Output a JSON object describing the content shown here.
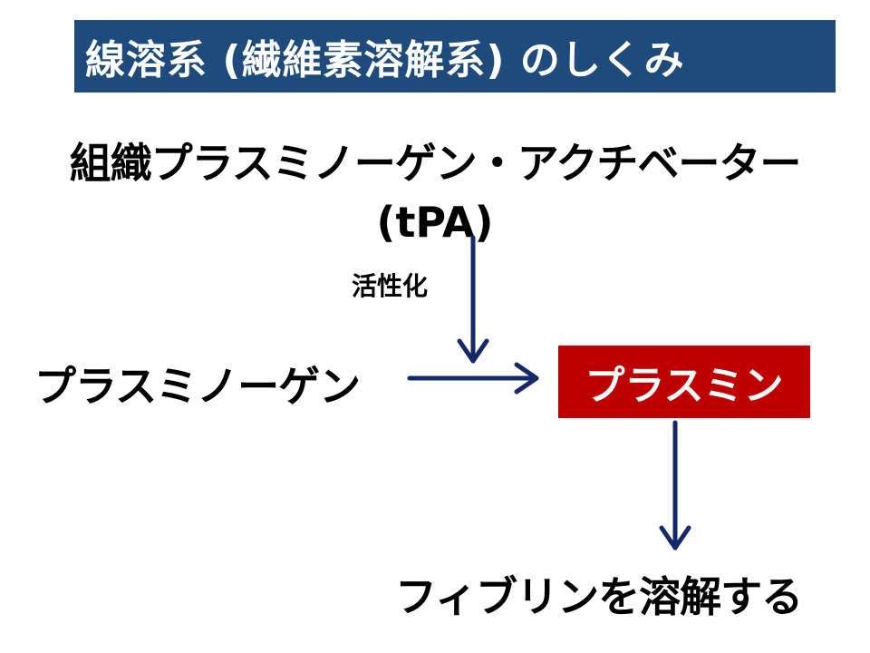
{
  "title": "線溶系 (繊維素溶解系) のしくみ",
  "nodes": {
    "tpa_line1": "組織プラスミノーゲン・アクチベーター",
    "tpa_line2": "(tPA)",
    "activation": "活性化",
    "plasminogen": "プラスミノーゲン",
    "plasmin": "プラスミン",
    "result": "フィブリンを溶解する"
  },
  "colors": {
    "title_bar": "#1f4b7c",
    "plasmin_box": "#bf0000",
    "arrow": "#14286b",
    "text": "#000000",
    "title_text": "#ffffff"
  }
}
